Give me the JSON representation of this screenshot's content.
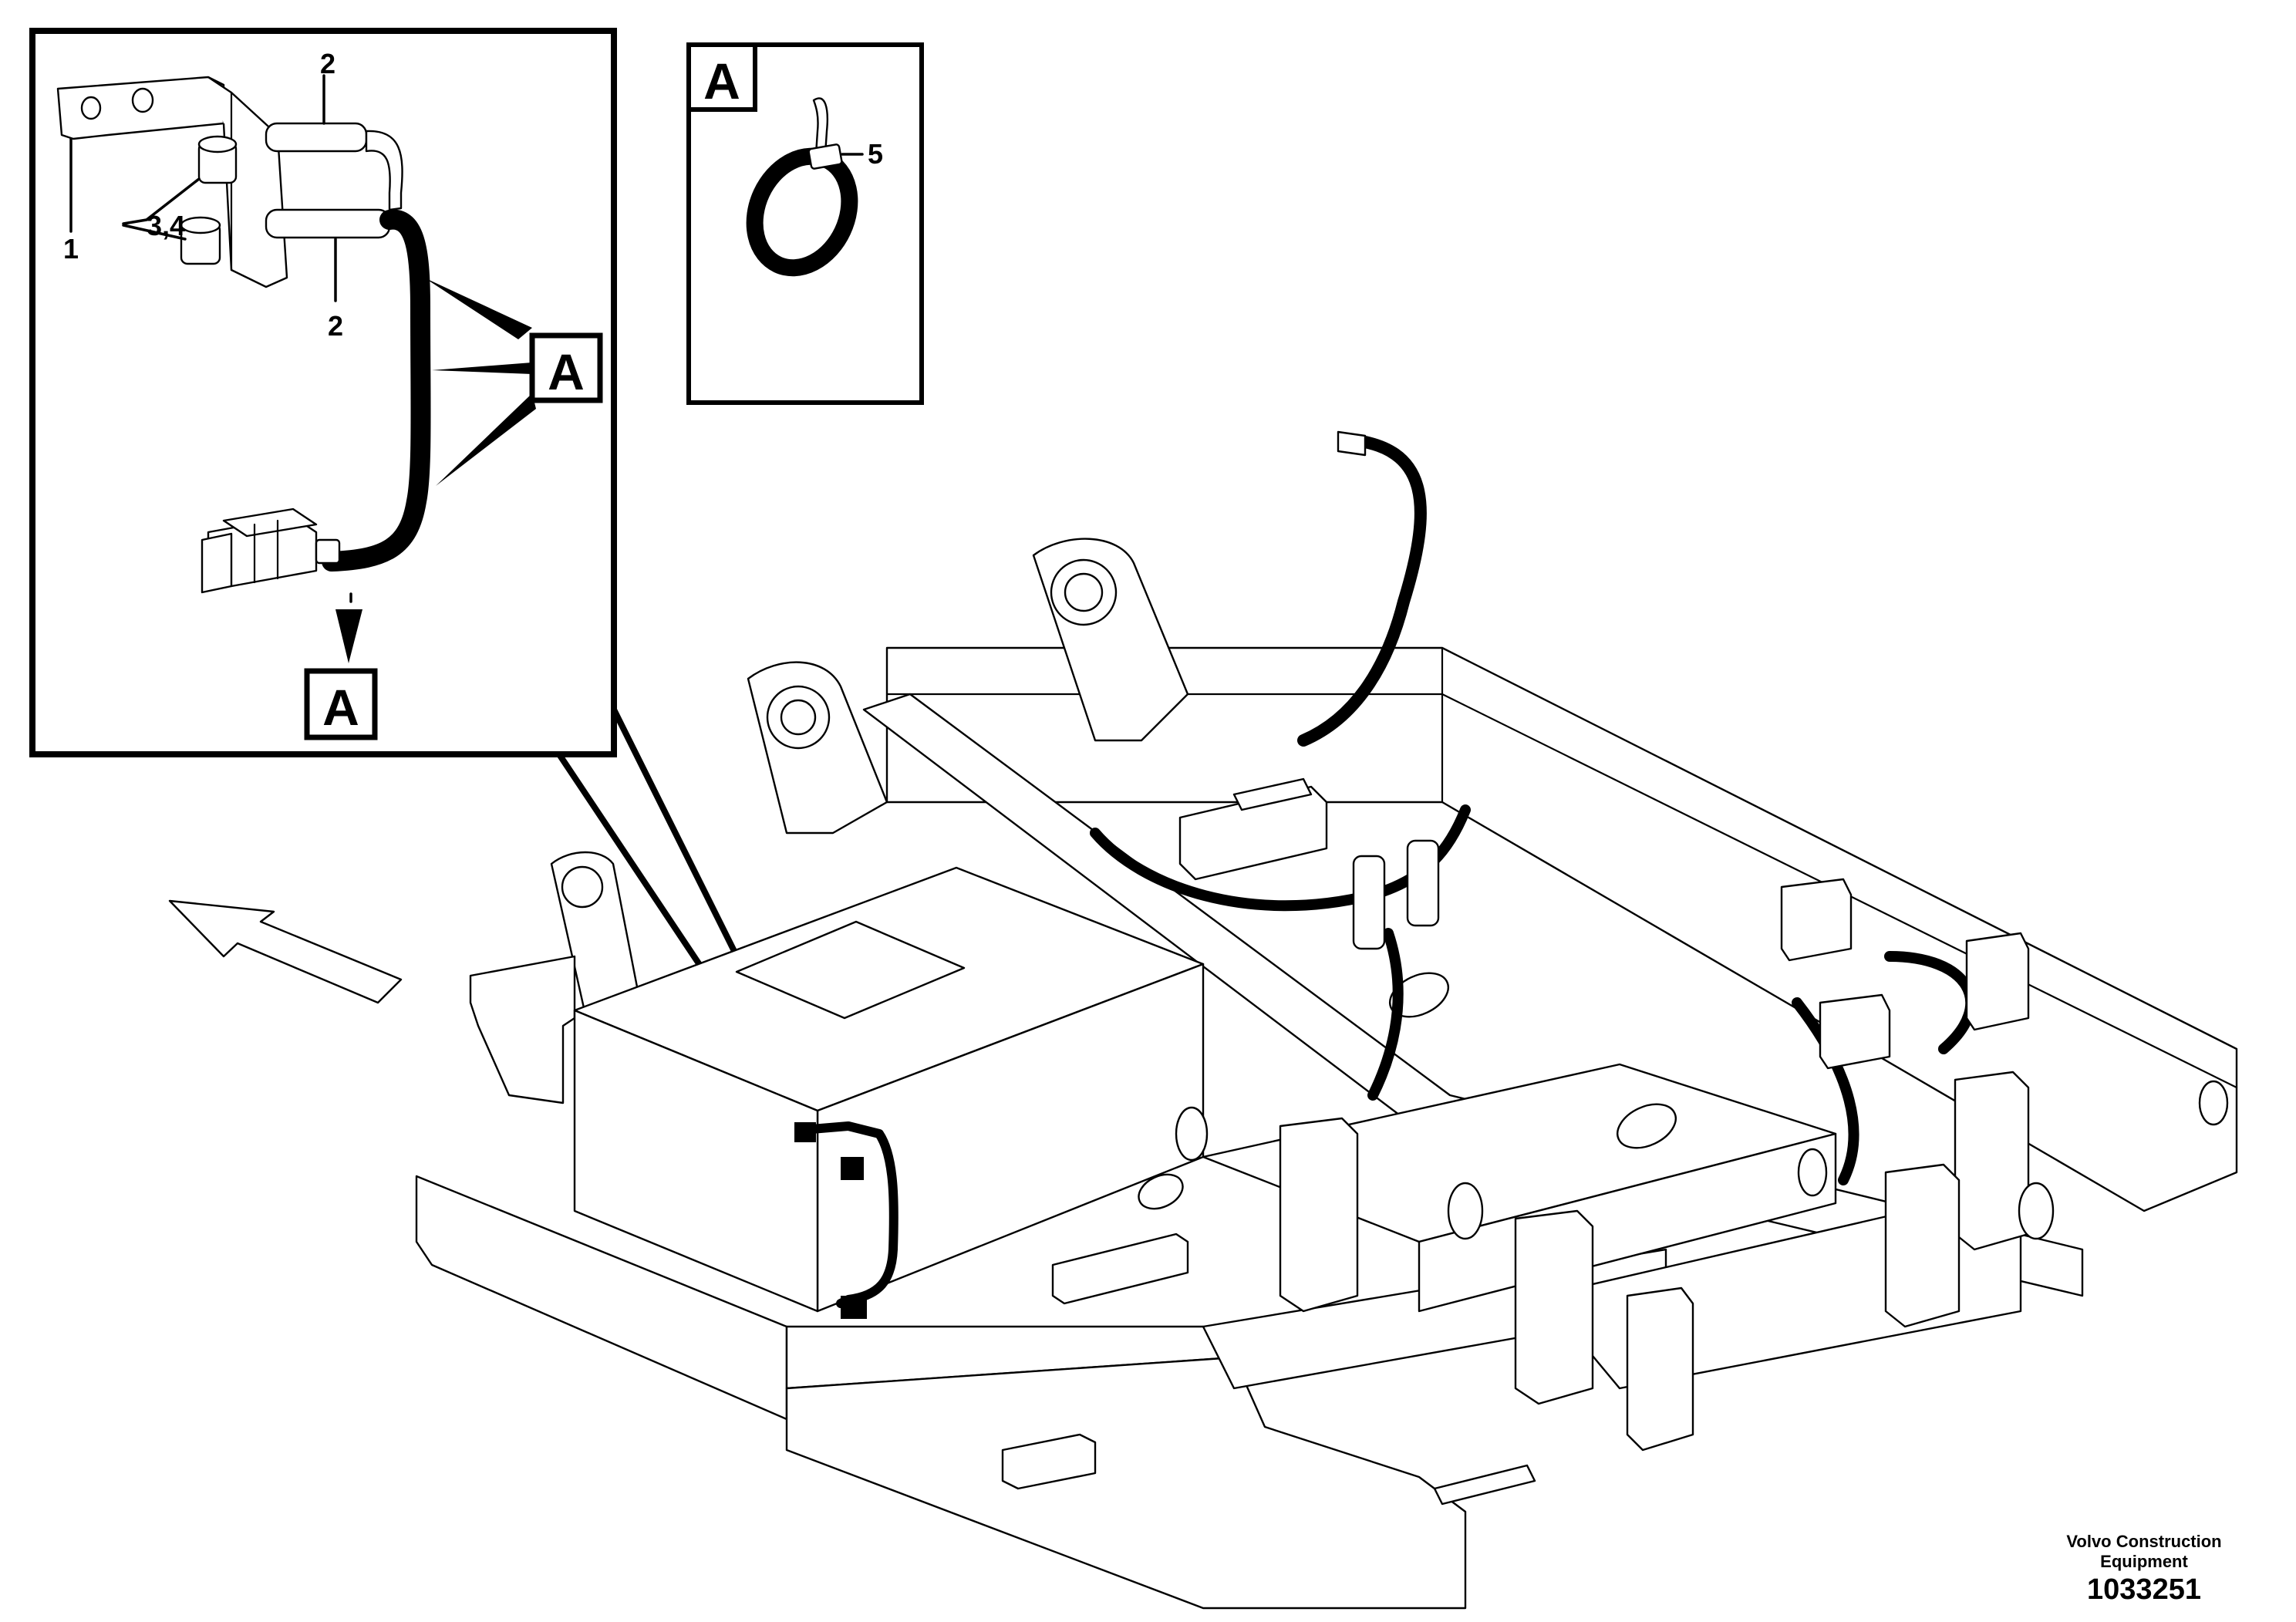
{
  "detail_callout": {
    "labels": {
      "bracket": "1",
      "harness_upper": "2",
      "harness_lower": "2",
      "connectors": "3,4"
    },
    "view_marker_tag": "A",
    "view_marker_bottom": "A"
  },
  "inset_view": {
    "title": "A",
    "tie_label": "5"
  },
  "credit": {
    "company_line1": "Volvo Construction",
    "company_line2": "Equipment",
    "drawing_number": "1033251"
  }
}
